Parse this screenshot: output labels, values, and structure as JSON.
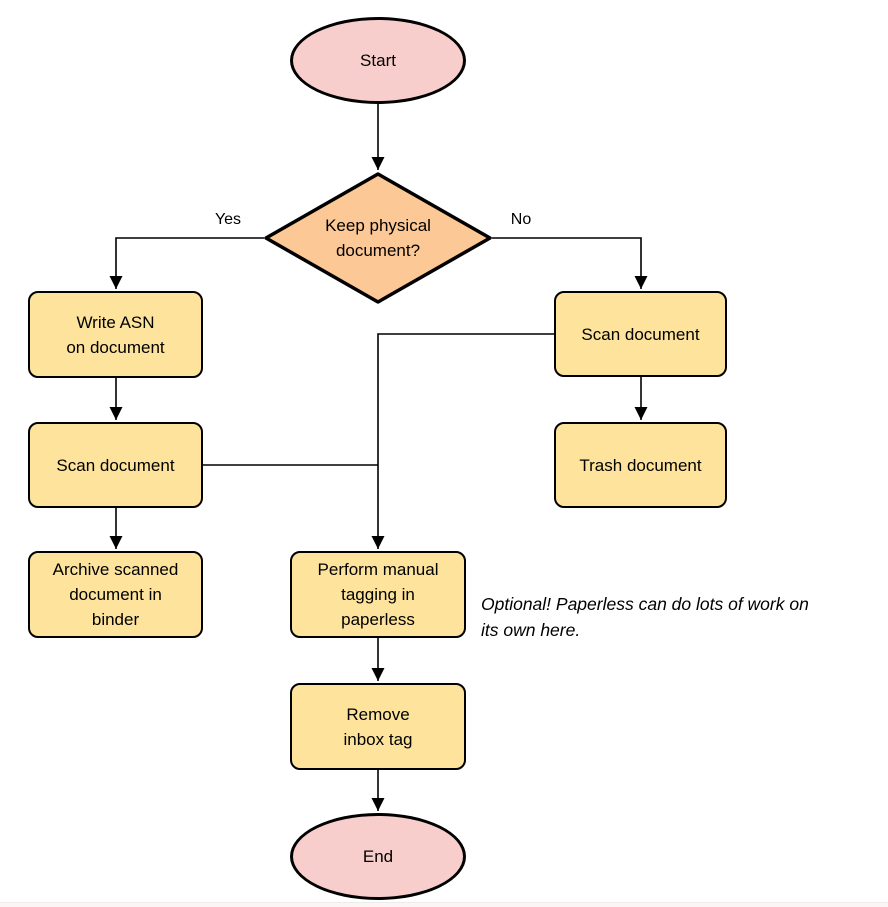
{
  "diagram": {
    "nodes": {
      "start": {
        "label": "Start",
        "type": "terminal"
      },
      "decision": {
        "label": "Keep physical\ndocument?",
        "type": "decision"
      },
      "write_asn": {
        "label": "Write ASN\non document",
        "type": "process"
      },
      "scan_left": {
        "label": "Scan document",
        "type": "process"
      },
      "archive": {
        "label": "Archive scanned\ndocument in\nbinder",
        "type": "process"
      },
      "scan_right": {
        "label": "Scan document",
        "type": "process"
      },
      "trash": {
        "label": "Trash document",
        "type": "process"
      },
      "tagging": {
        "label": "Perform manual\ntagging in\npaperless",
        "type": "process"
      },
      "remove_inbox": {
        "label": "Remove\ninbox tag",
        "type": "process"
      },
      "end": {
        "label": "End",
        "type": "terminal"
      }
    },
    "edge_labels": {
      "yes": "Yes",
      "no": "No"
    },
    "annotation": "Optional! Paperless can do lots of work on\nits own here.",
    "colors": {
      "terminal_fill": "#F8CECC",
      "decision_fill": "#FCC895",
      "process_fill": "#FDE39C",
      "stroke": "#000000"
    }
  }
}
